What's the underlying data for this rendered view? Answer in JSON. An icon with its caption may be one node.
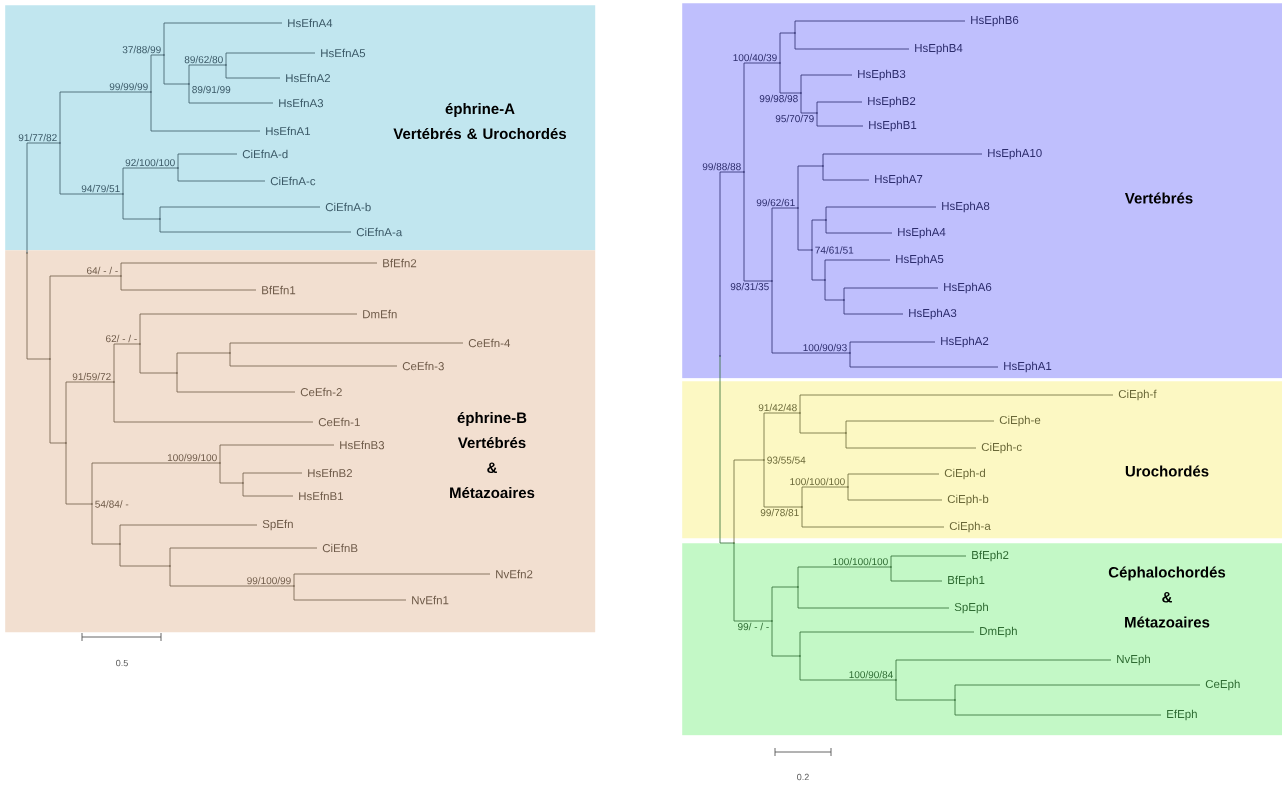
{
  "diagram": {
    "nodes": [
      {
        "text": [
          "éphrine-A",
          "Vertébrés & Urochordés"
        ]
      },
      {
        "text": [
          "HsEfnA4"
        ],
        "in": 0
      },
      {
        "text": [
          "HsEfnA5"
        ],
        "in": 0
      },
      {
        "text": [
          "HsEfnA2"
        ],
        "in": 0
      },
      {
        "text": [
          "HsEfnA3"
        ],
        "in": 0
      },
      {
        "text": [
          "HsEfnA1"
        ],
        "in": 0
      },
      {
        "text": [
          "CiEfnA-d"
        ],
        "in": 0
      },
      {
        "text": [
          "CiEfnA-c"
        ],
        "in": 0
      },
      {
        "text": [
          "CiEfnA-b"
        ],
        "in": 0
      },
      {
        "text": [
          "CiEfnA-a"
        ],
        "in": 0
      },
      {
        "text": [],
        "shape": "point",
        "in": 0
      },
      {
        "text": [],
        "shape": "point",
        "in": 0
      },
      {
        "text": [],
        "shape": "point",
        "in": 0
      },
      {
        "text": [],
        "shape": "point",
        "in": 0
      },
      {
        "text": [],
        "shape": "point",
        "in": 0
      },
      {
        "text": [],
        "shape": "point",
        "in": 0
      },
      {
        "text": [],
        "shape": "point",
        "in": 0
      },
      {
        "text": [],
        "shape": "point",
        "in": 0
      },
      {
        "text": [
          "éphrine-B",
          "Vertébrés & Métazoaires"
        ]
      },
      {
        "text": [
          "BfEfn2"
        ],
        "in": 18
      },
      {
        "text": [
          "BfEfn1"
        ],
        "in": 18
      },
      {
        "text": [
          "DmEfn"
        ],
        "in": 18
      },
      {
        "text": [
          "CeEfn-4"
        ],
        "in": 18
      },
      {
        "text": [
          "CeEfn-3"
        ],
        "in": 18
      },
      {
        "text": [
          "CeEfn-2"
        ],
        "in": 18
      },
      {
        "text": [
          "CeEfn-1"
        ],
        "in": 18
      },
      {
        "text": [
          "HsEfnB3"
        ],
        "in": 18
      },
      {
        "text": [
          "HsEfnB2"
        ],
        "in": 18
      },
      {
        "text": [
          "HsEfnB1"
        ],
        "in": 18
      },
      {
        "text": [
          "SpEfn"
        ],
        "in": 18
      },
      {
        "text": [
          "CiEfnB"
        ],
        "in": 18
      },
      {
        "text": [
          "NvEfn2"
        ],
        "in": 18
      },
      {
        "text": [
          "NvEfn1"
        ],
        "in": 18
      },
      {
        "text": [],
        "shape": "point",
        "in": 18
      },
      {
        "text": [],
        "shape": "point",
        "in": 18
      },
      {
        "text": [],
        "shape": "point",
        "in": 18
      },
      {
        "text": [],
        "shape": "point",
        "in": 18
      },
      {
        "text": [],
        "shape": "point",
        "in": 18
      },
      {
        "text": [],
        "shape": "point",
        "in": 18
      },
      {
        "text": [],
        "shape": "point",
        "in": 18
      },
      {
        "text": [],
        "shape": "point",
        "in": 18
      },
      {
        "text": [],
        "shape": "point",
        "in": 18
      },
      {
        "text": [],
        "shape": "point",
        "in": 18
      },
      {
        "text": [],
        "shape": "point",
        "in": 18
      },
      {
        "text": [],
        "shape": "point",
        "in": 18
      },
      {
        "text": [],
        "shape": "point",
        "in": 18
      },
      {
        "text": [],
        "shape": "point",
        "in": 18
      },
      {
        "text": [
          "Vertébrés"
        ]
      },
      {
        "text": [
          "HsEphB6"
        ],
        "in": 47
      },
      {
        "text": [
          "HsEphB4"
        ],
        "in": 47
      },
      {
        "text": [
          "HsEphB3"
        ],
        "in": 47
      },
      {
        "text": [
          "HsEphB2"
        ],
        "in": 47
      },
      {
        "text": [
          "HsEphB1"
        ],
        "in": 47
      },
      {
        "text": [
          "HsEphA10"
        ],
        "in": 47
      },
      {
        "text": [
          "HsEphA7"
        ],
        "in": 47
      },
      {
        "text": [
          "HsEphA8"
        ],
        "in": 47
      },
      {
        "text": [
          "HsEphA4"
        ],
        "in": 47
      },
      {
        "text": [
          "HsEphA5"
        ],
        "in": 47
      },
      {
        "text": [
          "HsEphA6"
        ],
        "in": 47
      },
      {
        "text": [
          "HsEphA3"
        ],
        "in": 47
      },
      {
        "text": [
          "HsEphA2"
        ],
        "in": 47
      },
      {
        "text": [
          "HsEphA1"
        ],
        "in": 47
      },
      {
        "text": [],
        "shape": "point",
        "in": 47
      },
      {
        "text": [],
        "shape": "point",
        "in": 47
      },
      {
        "text": [],
        "shape": "point",
        "in": 47
      },
      {
        "text": [],
        "shape": "point",
        "in": 47
      },
      {
        "text": [],
        "shape": "point",
        "in": 47
      },
      {
        "text": [],
        "shape": "point",
        "in": 47
      },
      {
        "text": [],
        "shape": "point",
        "in": 47
      },
      {
        "text": [],
        "shape": "point",
        "in": 47
      },
      {
        "text": [],
        "shape": "point",
        "in": 47
      },
      {
        "text": [],
        "shape": "point",
        "in": 47
      },
      {
        "text": [],
        "shape": "point",
        "in": 47
      },
      {
        "text": [],
        "shape": "point",
        "in": 47
      },
      {
        "text": [],
        "shape": "point",
        "in": 47
      },
      {
        "text": [],
        "shape": "point",
        "in": 47
      },
      {
        "text": [
          "Urochordés"
        ]
      },
      {
        "text": [
          "CiEph-f"
        ],
        "in": 76
      },
      {
        "text": [
          "CiEph-e"
        ],
        "in": 76
      },
      {
        "text": [
          "CiEph-c"
        ],
        "in": 76
      },
      {
        "text": [
          "CiEph-d"
        ],
        "in": 76
      },
      {
        "text": [
          "CiEph-b"
        ],
        "in": 76
      },
      {
        "text": [
          "CiEph-a"
        ],
        "in": 76
      },
      {
        "text": [],
        "shape": "point",
        "in": 76
      },
      {
        "text": [],
        "shape": "point",
        "in": 76
      },
      {
        "text": [],
        "shape": "point",
        "in": 76
      },
      {
        "text": [],
        "shape": "point",
        "in": 76
      },
      {
        "text": [],
        "shape": "point",
        "in": 76
      },
      {
        "text": [
          "Céphalochordés & Métazoaires"
        ]
      },
      {
        "text": [
          "BfEph2"
        ],
        "in": 88
      },
      {
        "text": [
          "BfEph1"
        ],
        "in": 88
      },
      {
        "text": [
          "SpEph"
        ],
        "in": 88
      },
      {
        "text": [
          "DmEph"
        ],
        "in": 88
      },
      {
        "text": [
          "NvEph"
        ],
        "in": 88
      },
      {
        "text": [
          "CeEph"
        ],
        "in": 88
      },
      {
        "text": [
          "EfEph"
        ],
        "in": 88
      },
      {
        "text": [],
        "shape": "point",
        "in": 88
      },
      {
        "text": [],
        "shape": "point",
        "in": 88
      },
      {
        "text": [],
        "shape": "point",
        "in": 88
      },
      {
        "text": [],
        "shape": "point",
        "in": 88
      },
      {
        "text": [],
        "shape": "point",
        "in": 88
      },
      {
        "text": [],
        "shape": "point",
        "in": 88
      },
      {
        "text": [],
        "shape": "point",
        "in": 88
      }
    ],
    "edges": [
      {
        "from": 10,
        "to": 2,
        "arrow": "none"
      },
      {
        "from": 10,
        "to": 3,
        "arrow": "none"
      },
      {
        "from": 11,
        "to": 10,
        "arrow": "none",
        "label": "89/62/80"
      },
      {
        "from": 11,
        "to": 4,
        "arrow": "none"
      },
      {
        "from": 12,
        "to": 1,
        "arrow": "none"
      },
      {
        "from": 12,
        "to": 11,
        "arrow": "none",
        "label": "89/91/99"
      },
      {
        "from": 13,
        "to": 12,
        "arrow": "none",
        "label": "37/88/99"
      },
      {
        "from": 13,
        "to": 5,
        "arrow": "none"
      },
      {
        "from": 14,
        "to": 6,
        "arrow": "none"
      },
      {
        "from": 14,
        "to": 7,
        "arrow": "none"
      },
      {
        "from": 15,
        "to": 8,
        "arrow": "none"
      },
      {
        "from": 15,
        "to": 9,
        "arrow": "none"
      },
      {
        "from": 16,
        "to": 14,
        "arrow": "none",
        "label": "92/100/100"
      },
      {
        "from": 16,
        "to": 15,
        "arrow": "none"
      },
      {
        "from": 17,
        "to": 13,
        "arrow": "none",
        "label": "99/99/99"
      },
      {
        "from": 17,
        "to": 16,
        "arrow": "none",
        "label": "94/79/51"
      },
      {
        "from": 46,
        "to": 17,
        "arrow": "none",
        "label": "91/77/82"
      },
      {
        "from": 46,
        "to": 45,
        "arrow": "none"
      },
      {
        "from": 33,
        "to": 19,
        "arrow": "none"
      },
      {
        "from": 33,
        "to": 20,
        "arrow": "none"
      },
      {
        "from": 34,
        "to": 22,
        "arrow": "none"
      },
      {
        "from": 34,
        "to": 23,
        "arrow": "none"
      },
      {
        "from": 35,
        "to": 34,
        "arrow": "none"
      },
      {
        "from": 35,
        "to": 24,
        "arrow": "none"
      },
      {
        "from": 36,
        "to": 21,
        "arrow": "none"
      },
      {
        "from": 36,
        "to": 35,
        "arrow": "none"
      },
      {
        "from": 37,
        "to": 36,
        "arrow": "none",
        "label": "62/ - / -"
      },
      {
        "from": 37,
        "to": 25,
        "arrow": "none"
      },
      {
        "from": 38,
        "to": 27,
        "arrow": "none"
      },
      {
        "from": 38,
        "to": 28,
        "arrow": "none"
      },
      {
        "from": 39,
        "to": 26,
        "arrow": "none"
      },
      {
        "from": 39,
        "to": 38,
        "arrow": "none"
      },
      {
        "from": 40,
        "to": 31,
        "arrow": "none"
      },
      {
        "from": 40,
        "to": 32,
        "arrow": "none"
      },
      {
        "from": 41,
        "to": 30,
        "arrow": "none"
      },
      {
        "from": 41,
        "to": 40,
        "arrow": "none",
        "label": "99/100/99"
      },
      {
        "from": 42,
        "to": 29,
        "arrow": "none"
      },
      {
        "from": 42,
        "to": 41,
        "arrow": "none"
      },
      {
        "from": 43,
        "to": 39,
        "arrow": "none",
        "label": "100/99/100"
      },
      {
        "from": 43,
        "to": 42,
        "arrow": "none"
      },
      {
        "from": 44,
        "to": 37,
        "arrow": "none",
        "label": "91/59/72"
      },
      {
        "from": 44,
        "to": 43,
        "arrow": "none",
        "label": "54/84/ -"
      },
      {
        "from": 45,
        "to": 33,
        "arrow": "none",
        "label": "64/ - / -"
      },
      {
        "from": 45,
        "to": 44,
        "arrow": "none"
      },
      {
        "from": 62,
        "to": 48,
        "arrow": "none"
      },
      {
        "from": 62,
        "to": 49,
        "arrow": "none"
      },
      {
        "from": 63,
        "to": 51,
        "arrow": "none"
      },
      {
        "from": 63,
        "to": 52,
        "arrow": "none"
      },
      {
        "from": 64,
        "to": 50,
        "arrow": "none"
      },
      {
        "from": 64,
        "to": 63,
        "arrow": "none",
        "label": "95/70/79"
      },
      {
        "from": 65,
        "to": 62,
        "arrow": "none"
      },
      {
        "from": 65,
        "to": 64,
        "arrow": "none",
        "label": "99/98/98"
      },
      {
        "from": 66,
        "to": 53,
        "arrow": "none"
      },
      {
        "from": 66,
        "to": 54,
        "arrow": "none"
      },
      {
        "from": 67,
        "to": 55,
        "arrow": "none"
      },
      {
        "from": 67,
        "to": 56,
        "arrow": "none"
      },
      {
        "from": 68,
        "to": 58,
        "arrow": "none"
      },
      {
        "from": 68,
        "to": 59,
        "arrow": "none"
      },
      {
        "from": 69,
        "to": 57,
        "arrow": "none"
      },
      {
        "from": 69,
        "to": 68,
        "arrow": "none"
      },
      {
        "from": 70,
        "to": 67,
        "arrow": "none"
      },
      {
        "from": 70,
        "to": 69,
        "arrow": "none"
      },
      {
        "from": 71,
        "to": 66,
        "arrow": "none"
      },
      {
        "from": 71,
        "to": 70,
        "arrow": "none",
        "label": "74/61/51"
      },
      {
        "from": 72,
        "to": 60,
        "arrow": "none"
      },
      {
        "from": 72,
        "to": 61,
        "arrow": "none"
      },
      {
        "from": 73,
        "to": 71,
        "arrow": "none",
        "label": "99/62/61"
      },
      {
        "from": 73,
        "to": 72,
        "arrow": "none",
        "label": "100/90/93"
      },
      {
        "from": 74,
        "to": 65,
        "arrow": "none",
        "label": "100/40/39"
      },
      {
        "from": 74,
        "to": 73,
        "arrow": "none",
        "label": "98/31/35"
      },
      {
        "from": 75,
        "to": 74,
        "arrow": "none",
        "label": "99/88/88"
      },
      {
        "from": 75,
        "to": 102,
        "arrow": "none"
      },
      {
        "from": 83,
        "to": 78,
        "arrow": "none"
      },
      {
        "from": 83,
        "to": 79,
        "arrow": "none"
      },
      {
        "from": 84,
        "to": 77,
        "arrow": "none"
      },
      {
        "from": 84,
        "to": 83,
        "arrow": "none"
      },
      {
        "from": 85,
        "to": 80,
        "arrow": "none"
      },
      {
        "from": 85,
        "to": 81,
        "arrow": "none"
      },
      {
        "from": 86,
        "to": 85,
        "arrow": "none",
        "label": "100/100/100"
      },
      {
        "from": 86,
        "to": 82,
        "arrow": "none"
      },
      {
        "from": 87,
        "to": 84,
        "arrow": "none",
        "label": "91/42/48"
      },
      {
        "from": 87,
        "to": 86,
        "arrow": "none",
        "label": "99/78/81"
      },
      {
        "from": 96,
        "to": 89,
        "arrow": "none"
      },
      {
        "from": 96,
        "to": 90,
        "arrow": "none"
      },
      {
        "from": 97,
        "to": 96,
        "arrow": "none",
        "label": "100/100/100"
      },
      {
        "from": 97,
        "to": 91,
        "arrow": "none"
      },
      {
        "from": 98,
        "to": 94,
        "arrow": "none"
      },
      {
        "from": 98,
        "to": 95,
        "arrow": "none"
      },
      {
        "from": 99,
        "to": 93,
        "arrow": "none"
      },
      {
        "from": 99,
        "to": 98,
        "arrow": "none"
      },
      {
        "from": 100,
        "to": 92,
        "arrow": "none"
      },
      {
        "from": 100,
        "to": 99,
        "arrow": "none",
        "label": "100/90/84"
      },
      {
        "from": 101,
        "to": 97,
        "arrow": "none"
      },
      {
        "from": 101,
        "to": 100,
        "arrow": "none"
      },
      {
        "from": 102,
        "to": 87,
        "arrow": "none",
        "label": "93/55/54"
      },
      {
        "from": 102,
        "to": 101,
        "arrow": "none",
        "label": "99/ - / -"
      }
    ],
    "labels": [
      "0.5",
      "0.2"
    ]
  }
}
